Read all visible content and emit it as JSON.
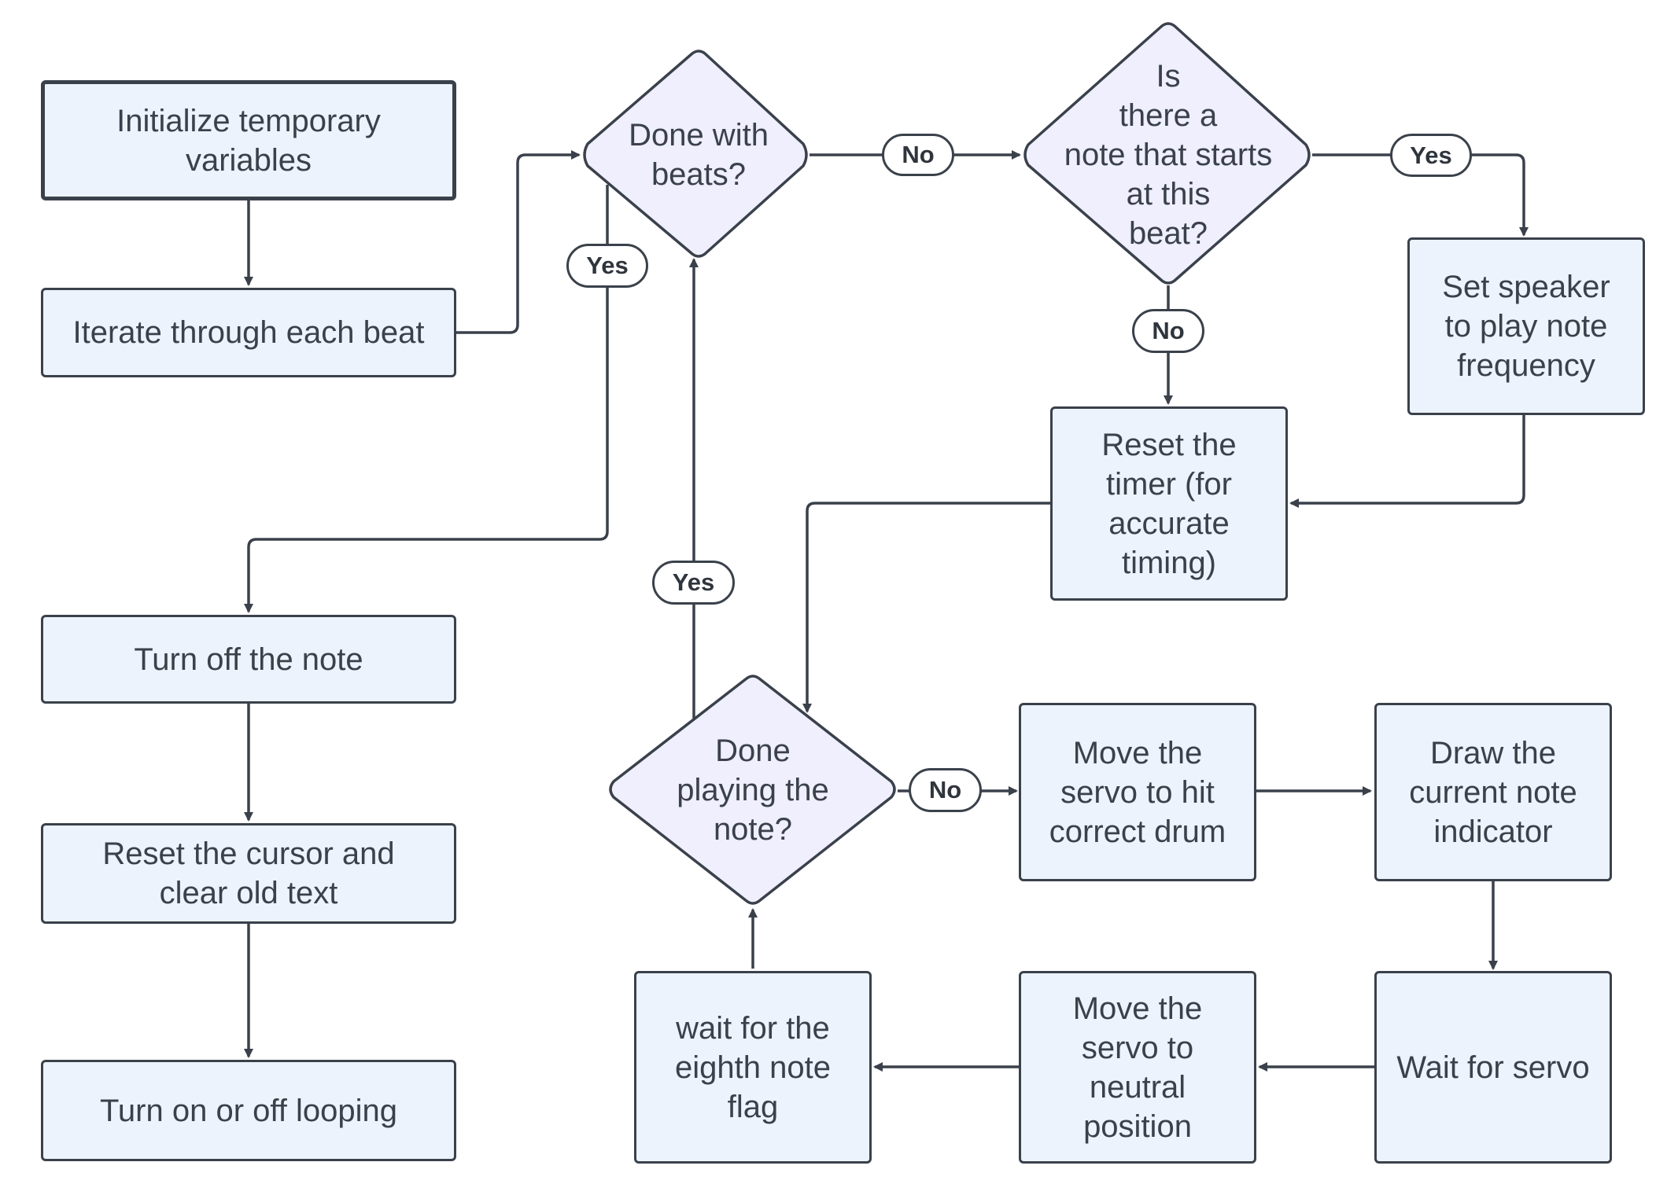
{
  "diagram": {
    "nodes": {
      "init": "Initialize temporary\nvariables",
      "iterate": "Iterate through each beat",
      "done_beats": "Done with\nbeats?",
      "note_starts": "Is\nthere a\nnote that starts\nat this\nbeat?",
      "set_speaker": "Set speaker\nto play note\nfrequency",
      "reset_timer": "Reset the\ntimer (for\naccurate\ntiming)",
      "turn_off": "Turn off the note",
      "reset_cursor": "Reset the cursor and\nclear old text",
      "looping": "Turn on or off looping",
      "done_playing": "Done\nplaying the\nnote?",
      "move_servo_hit": "Move the\nservo to hit\ncorrect drum",
      "draw_indicator": "Draw the\ncurrent note\nindicator",
      "wait_servo": "Wait for servo",
      "move_servo_neutral": "Move the\nservo to\nneutral\nposition",
      "wait_eighth": "wait for the\neighth note\nflag"
    },
    "edge_labels": {
      "beats_no": "No",
      "beats_yes": "Yes",
      "note_yes": "Yes",
      "note_no": "No",
      "playing_yes": "Yes",
      "playing_no": "No"
    },
    "colors": {
      "process_fill": "#ecf3fd",
      "decision_fill": "#efeffd",
      "stroke": "#3a414b"
    }
  }
}
